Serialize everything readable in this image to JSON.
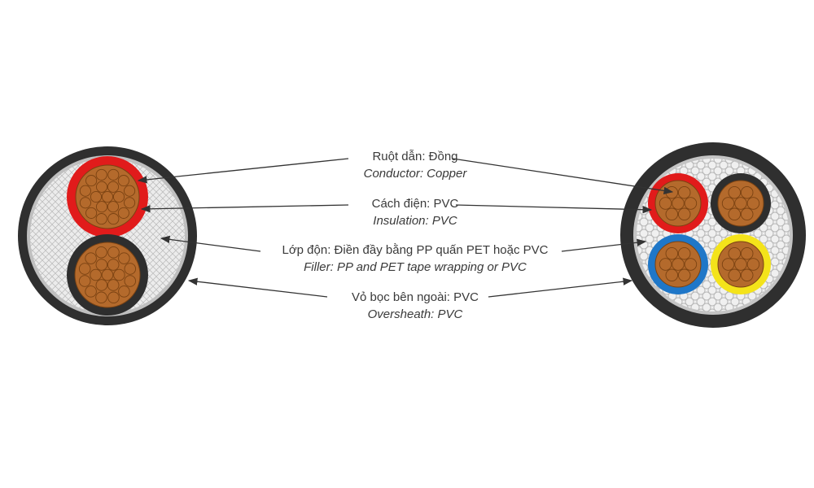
{
  "labels": [
    {
      "vi": "Ruột dẫn: Đồng",
      "en": "Conductor: Copper"
    },
    {
      "vi": "Cách điện: PVC",
      "en": "Insulation: PVC"
    },
    {
      "vi": "Lớp độn: Điền đầy bằng PP quấn PET hoặc PVC",
      "en": "Filler: PP and PET tape wrapping or PVC"
    },
    {
      "vi": "Vỏ bọc bên ngoài: PVC",
      "en": "Oversheath: PVC"
    }
  ],
  "colors": {
    "sheath": "#2f2f2f",
    "filler": "#e6e6e6",
    "copper": "#b46a2c",
    "copper_line": "#7a4212",
    "insulation_red": "#e11b1b",
    "insulation_black": "#2e2e2e",
    "insulation_blue": "#1f77c8",
    "insulation_yellow": "#f4e31a",
    "text": "#3a3a3a",
    "arrow": "#333333"
  }
}
